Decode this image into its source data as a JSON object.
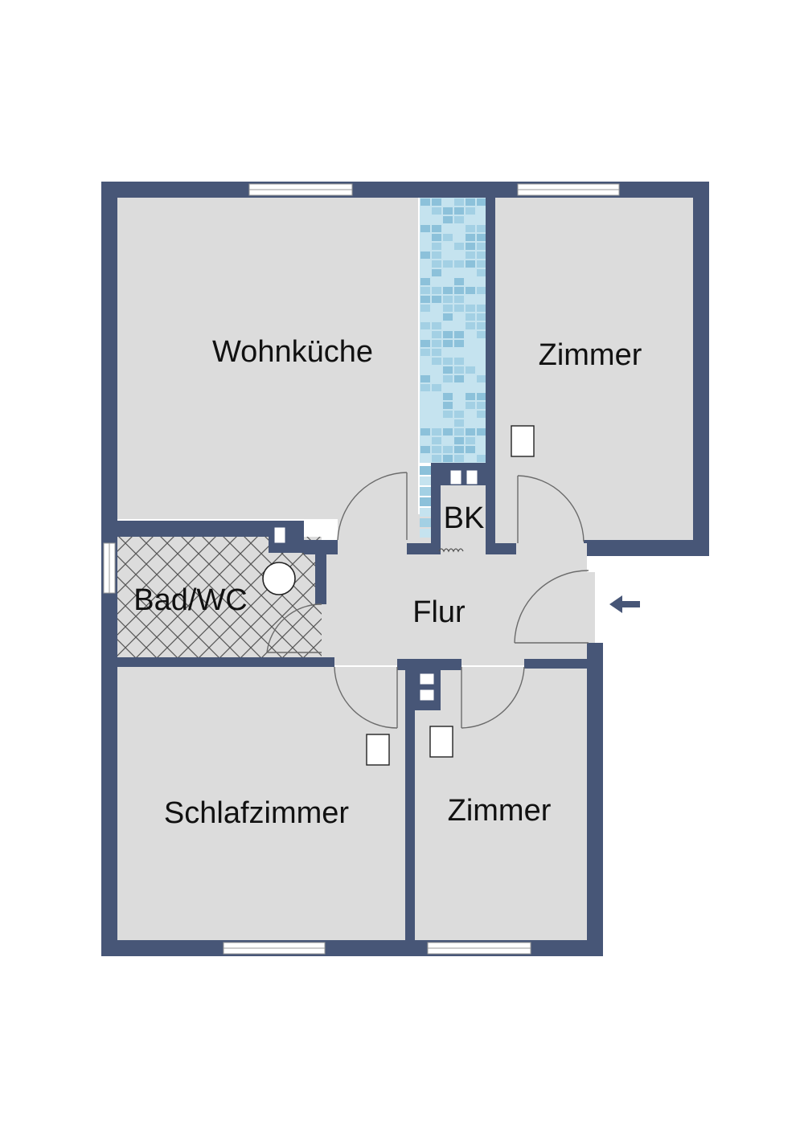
{
  "colors": {
    "wall": "#475677",
    "floor": "#dcdcdc",
    "window": "#ffffff",
    "tile_light": "#c5e3ef",
    "tile_mid": "#a3d0e4",
    "tile_dark": "#8cc1da",
    "bath_hatch": "#555555",
    "door_arc": "#6b6b6b",
    "arrow": "#475677"
  },
  "rooms": {
    "wohnkueche": "Wohnküche",
    "zimmer_top": "Zimmer",
    "bk": "BK",
    "bad_wc": "Bad/WC",
    "flur": "Flur",
    "schlafzimmer": "Schlafzimmer",
    "zimmer_bottom": "Zimmer"
  },
  "icons": {
    "entrance": "entrance-arrow-icon",
    "radiator": "radiator-icon",
    "shaft": "shaft-icon",
    "toilet": "toilet-icon",
    "heater": "heater-coil-icon"
  }
}
